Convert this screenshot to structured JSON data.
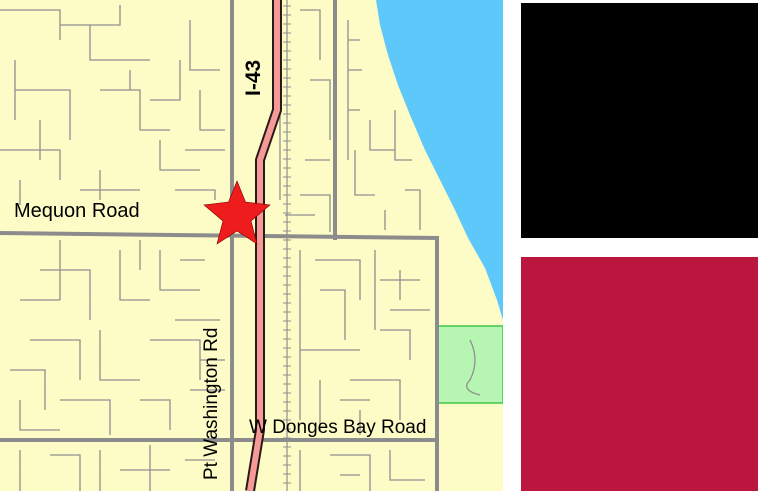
{
  "map": {
    "labels": {
      "highway": "I-43",
      "mequon_road": "Mequon Road",
      "pt_washington_rd": "Pt Washington Rd",
      "donges_bay_road": "W Donges Bay Road"
    },
    "marker_icon": "star-marker-icon",
    "colors": {
      "land": "#fdfbc6",
      "water": "#5ec8fa",
      "park": "#b7f5b3",
      "park_border": "#3cc84a",
      "highway_fill": "#f59a96",
      "highway_outline": "#2b1a1a",
      "major_road": "#8c8c8c",
      "minor_road": "#8f8f8f",
      "marker": "#ee1c1c"
    }
  },
  "panels": {
    "top_color": "#000000",
    "bottom_color": "#bb163d"
  }
}
